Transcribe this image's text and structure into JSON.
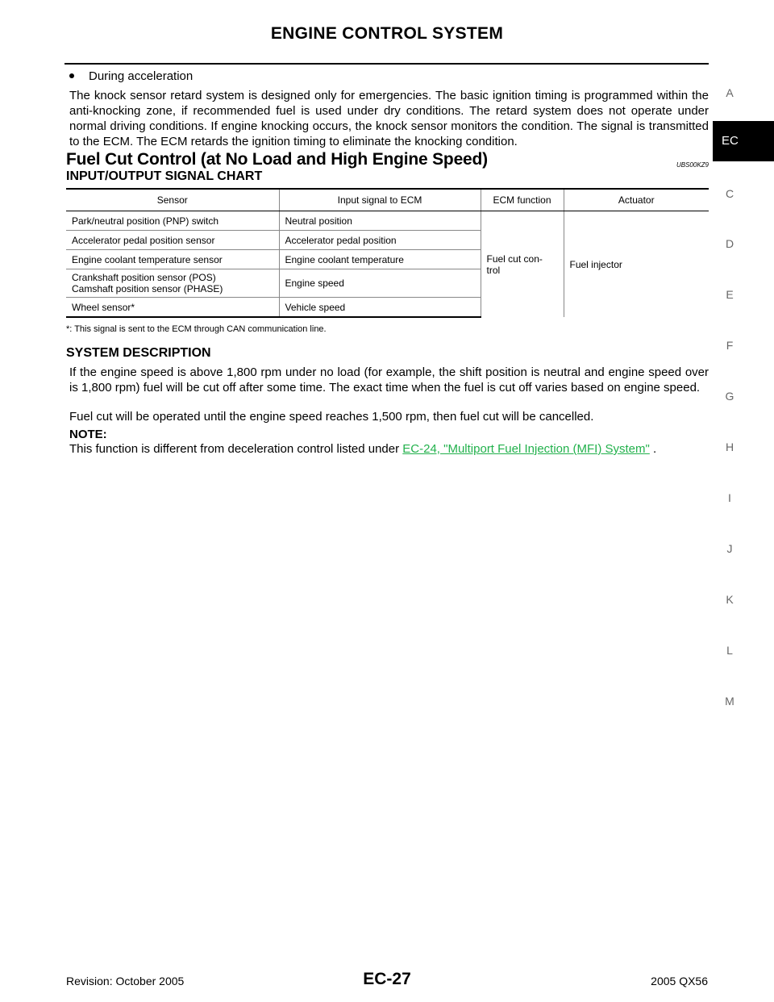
{
  "header": {
    "title": "ENGINE CONTROL SYSTEM"
  },
  "intro": {
    "bullet": "During acceleration",
    "paragraph": "The knock sensor retard system is designed only for emergencies. The basic ignition timing is programmed within the anti-knocking zone, if recommended fuel is used under dry conditions. The retard system does not operate under normal driving conditions. If engine knocking occurs, the knock sensor monitors the condition. The signal is transmitted to the ECM. The ECM retards the ignition timing to eliminate the knocking condition."
  },
  "section": {
    "title": "Fuel Cut Control (at No Load and High Engine Speed)",
    "code": "UBS00KZ9",
    "chart_heading": "INPUT/OUTPUT SIGNAL CHART"
  },
  "table": {
    "headers": [
      "Sensor",
      "Input signal to ECM",
      "ECM function",
      "Actuator"
    ],
    "rows": [
      {
        "sensor": "Park/neutral position (PNP) switch",
        "signal": "Neutral position"
      },
      {
        "sensor": "Accelerator pedal position sensor",
        "signal": "Accelerator pedal position"
      },
      {
        "sensor": "Engine coolant temperature sensor",
        "signal": "Engine coolant temperature"
      },
      {
        "sensor_line1": "Crankshaft position sensor (POS)",
        "sensor_line2": "Camshaft position sensor (PHASE)",
        "signal": "Engine speed"
      },
      {
        "sensor": "Wheel sensor*",
        "signal": "Vehicle speed"
      }
    ],
    "function_line1": "Fuel cut con-",
    "function_line2": "trol",
    "actuator": "Fuel injector"
  },
  "footnote": "*: This signal is sent to the ECM through CAN communication line.",
  "system": {
    "heading": "SYSTEM DESCRIPTION",
    "paragraph1": "If the engine speed is above 1,800 rpm under no load (for example, the shift position is neutral and engine speed over is 1,800 rpm) fuel will be cut off after some time. The exact time when the fuel is cut off varies based on engine speed.",
    "paragraph2": "Fuel cut will be operated until the engine speed reaches 1,500 rpm, then fuel cut will be cancelled.",
    "note_label": "NOTE:",
    "note_text": "This function is different from deceleration control listed under ",
    "note_link": "EC-24, \"Multiport Fuel Injection (MFI) System\"",
    "note_end": " ."
  },
  "side_index": {
    "letters": [
      "A",
      "C",
      "D",
      "E",
      "F",
      "G",
      "H",
      "I",
      "J",
      "K",
      "L",
      "M"
    ],
    "active": "EC"
  },
  "footer": {
    "revision": "Revision: October 2005",
    "page": "EC-27",
    "model": "2005 QX56"
  }
}
